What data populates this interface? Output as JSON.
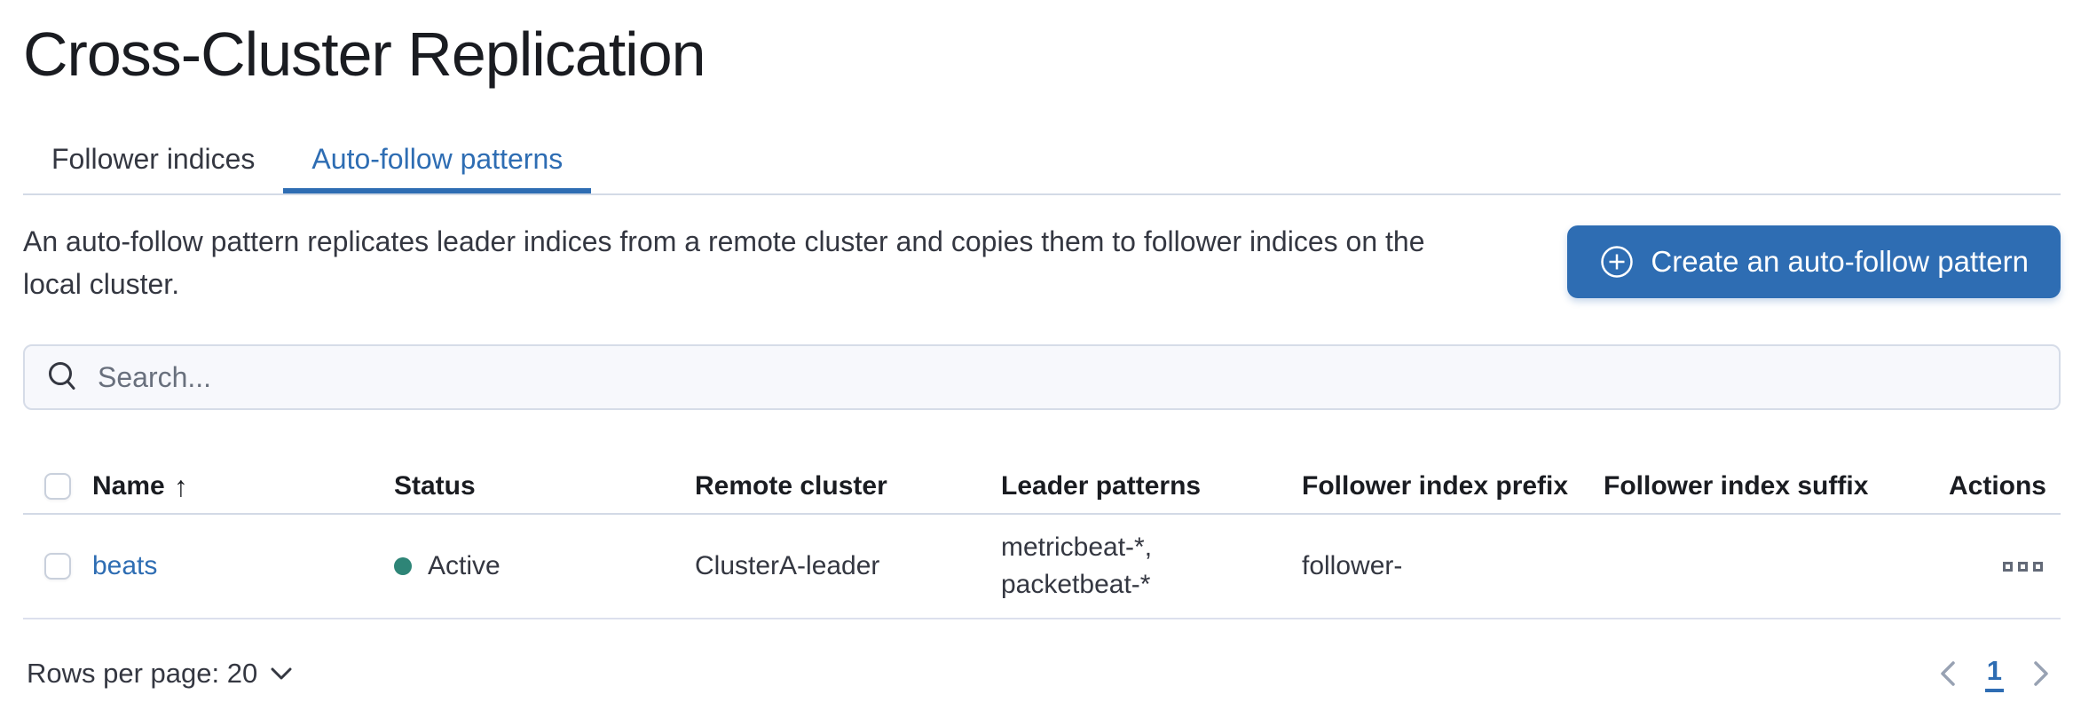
{
  "page": {
    "title": "Cross-Cluster Replication"
  },
  "tabs": [
    {
      "label": "Follower indices",
      "active": false
    },
    {
      "label": "Auto-follow patterns",
      "active": true
    }
  ],
  "description": {
    "full_text": "An auto-follow pattern replicates leader indices from a remote cluster and copies them to follower indices on the local cluster.",
    "line1": "An auto-follow pattern replicates leader indices from a remote cluster and copies them to follower indices on the",
    "line2": "local cluster."
  },
  "create_button": {
    "label": "Create an auto-follow pattern",
    "icon": "plus-in-circle"
  },
  "search": {
    "placeholder": "Search...",
    "value": "",
    "icon": "magnifier"
  },
  "table": {
    "columns": {
      "name": "Name",
      "status": "Status",
      "remote_cluster": "Remote cluster",
      "leader_patterns": "Leader patterns",
      "follower_index_prefix": "Follower index prefix",
      "follower_index_suffix": "Follower index suffix",
      "actions": "Actions"
    },
    "sort": {
      "column": "Name",
      "direction": "ascending",
      "icon": "↑"
    },
    "rows": [
      {
        "name": "beats",
        "status": "Active",
        "remote_cluster": "ClusterA-leader",
        "leader_patterns": "metricbeat-*, packetbeat-*",
        "leader_patterns_lines": {
          "0": "metricbeat-*,",
          "1": "packetbeat-*"
        },
        "follower_index_prefix": "follower-",
        "follower_index_suffix": "",
        "actions_icon": "boxes-horizontal"
      }
    ]
  },
  "pagination": {
    "rows_per_page_label": "Rows per page: 20",
    "current_page": "1",
    "prev_icon": "chevron-left",
    "next_icon": "chevron-right"
  },
  "colors": {
    "primary_blue": "#2e6db3",
    "status_active_dot": "#2e8577",
    "divider": "#d3dae6",
    "row_border": "#dce0ed",
    "text": "#343741",
    "placeholder": "#69707d",
    "chevron_disabled": "#98a2b3"
  }
}
